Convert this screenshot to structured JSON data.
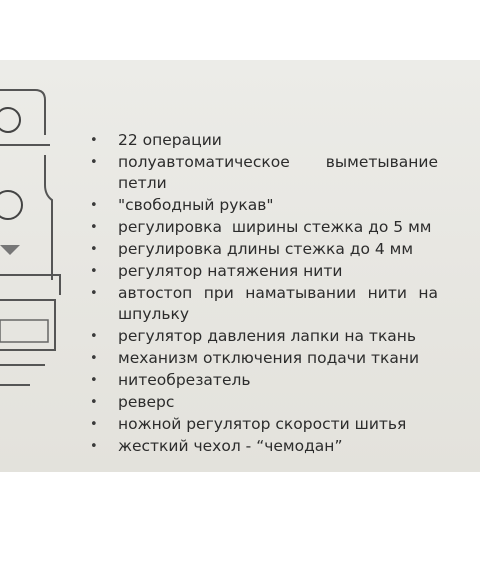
{
  "features": [
    {
      "text": "22 операции"
    },
    {
      "text": "полуавтоматическое   выметывание петли"
    },
    {
      "text": "\"свободный рукав\""
    },
    {
      "text": "регулировка  ширины стежка до 5 мм"
    },
    {
      "text": "регулировка длины стежка до 4 мм"
    },
    {
      "text": "регулятор натяжения нити"
    },
    {
      "text": "автостоп при наматывании нити на шпульку"
    },
    {
      "text": "регулятор давления лапки на ткань"
    },
    {
      "text": "механизм отключения подачи ткани"
    },
    {
      "text": "нитеобрезатель"
    },
    {
      "text": "реверс"
    },
    {
      "text": "ножной регулятор скорости шитья"
    },
    {
      "text": "жесткий чехол - “чемодан”"
    }
  ],
  "colors": {
    "paper": "#e7e6e1",
    "ink": "#2c2c2c",
    "frame": "#ffffff"
  }
}
